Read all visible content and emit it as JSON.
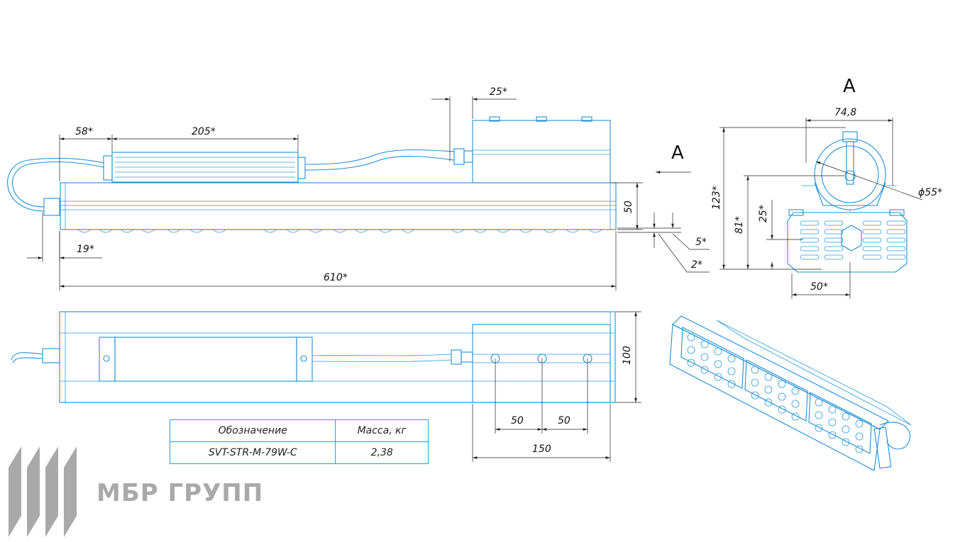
{
  "dimensions": {
    "d58": "58*",
    "d205": "205*",
    "d25top": "25*",
    "d19": "19*",
    "d610": "610*",
    "d50v": "50",
    "d5": "5*",
    "d2": "2*",
    "d748": "74,8",
    "d55": "ϕ55*",
    "d123": "123*",
    "d81": "81*",
    "d25v": "25*",
    "d50b": "50*",
    "d100": "100",
    "d50a": "50",
    "d50c": "50",
    "d150": "150"
  },
  "view_labels": {
    "section_marker": "A",
    "view_title": "A"
  },
  "table": {
    "header": [
      "Обозначение",
      "Масса, кг"
    ],
    "row": [
      "SVT-STR-M-79W-C",
      "2,38"
    ]
  },
  "logo": {
    "text": "МБР ГРУПП"
  },
  "colors": {
    "outline": "#1f8fd6",
    "dimension": "#222222",
    "logo_gray": "#a9a9a9"
  }
}
